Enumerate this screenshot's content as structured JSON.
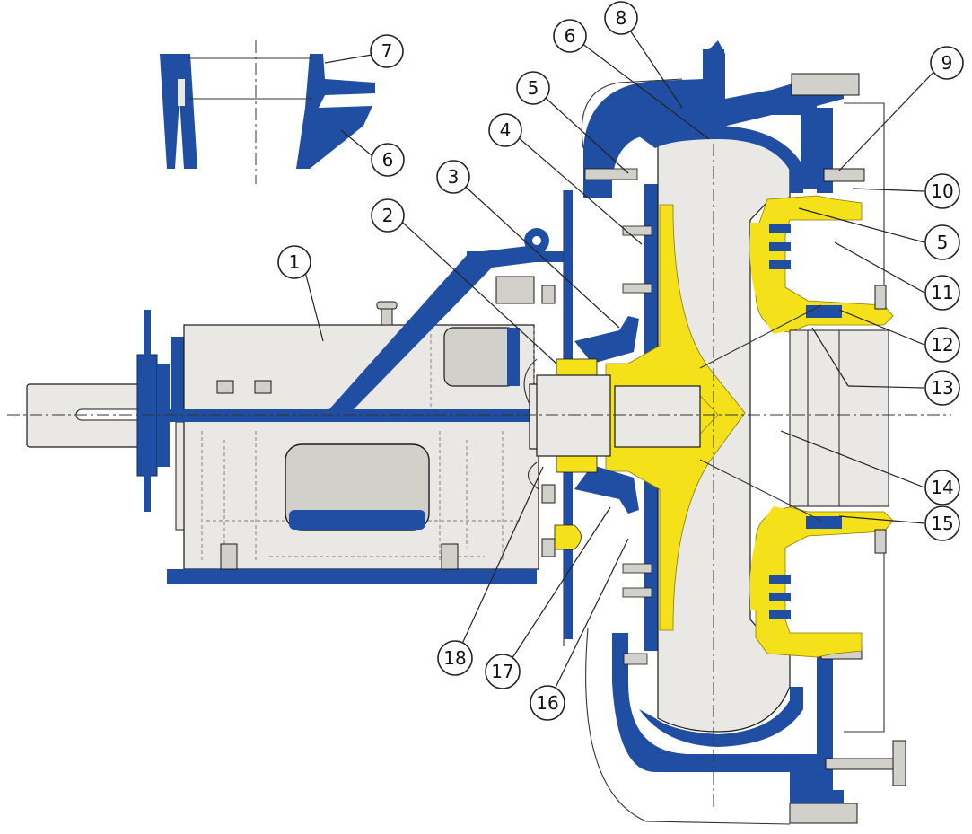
{
  "colors": {
    "casing_blue": "#1f4ea3",
    "wear_yellow": "#f5e11a",
    "body_grey": "#e9e8e4",
    "dark_grey": "#d2d0cb",
    "outline": "#1a1a1a"
  },
  "callouts": [
    {
      "id": "c1",
      "label": "1"
    },
    {
      "id": "c2",
      "label": "2"
    },
    {
      "id": "c3",
      "label": "3"
    },
    {
      "id": "c4",
      "label": "4"
    },
    {
      "id": "c5a",
      "label": "5"
    },
    {
      "id": "c6a",
      "label": "6"
    },
    {
      "id": "c8",
      "label": "8"
    },
    {
      "id": "c9",
      "label": "9"
    },
    {
      "id": "c10",
      "label": "10"
    },
    {
      "id": "c5b",
      "label": "5"
    },
    {
      "id": "c11",
      "label": "11"
    },
    {
      "id": "c12",
      "label": "12"
    },
    {
      "id": "c13",
      "label": "13"
    },
    {
      "id": "c14",
      "label": "14"
    },
    {
      "id": "c15",
      "label": "15"
    },
    {
      "id": "c16",
      "label": "16"
    },
    {
      "id": "c17",
      "label": "17"
    },
    {
      "id": "c18",
      "label": "18"
    },
    {
      "id": "c7",
      "label": "7"
    },
    {
      "id": "c6b",
      "label": "6"
    }
  ]
}
